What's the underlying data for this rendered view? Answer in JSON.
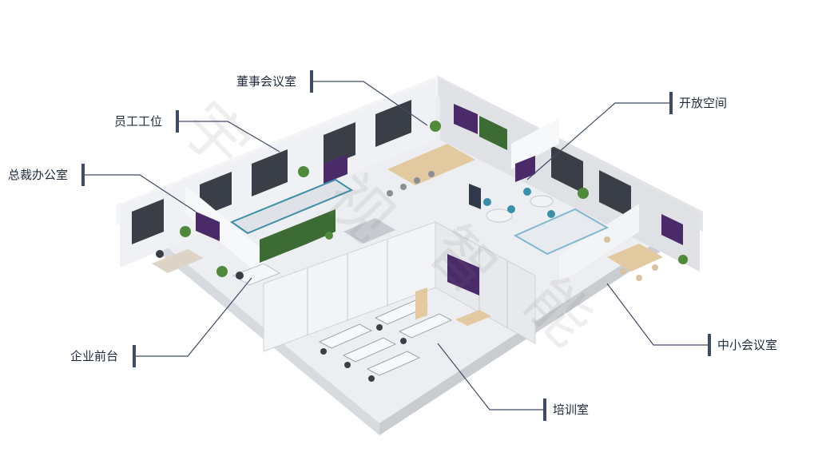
{
  "labels": {
    "board_room": "董事会议室",
    "staff_desks": "员工工位",
    "ceo_office": "总裁办公室",
    "reception": "企业前台",
    "open_space": "开放空间",
    "meeting_room": "中小会议室",
    "training_room": "培训室"
  },
  "watermark": [
    "宇",
    "视",
    "智",
    "能"
  ],
  "colors": {
    "leader_line": "#3d4b63",
    "label_text": "#1f2a3a",
    "wall": "#e9ebee",
    "floor": "#f2f3f5",
    "screen_purple": "#4b2a6a",
    "screen_green": "#3d6b34",
    "chair_teal": "#3b8fa8",
    "table_wood": "#e3c9a0"
  }
}
